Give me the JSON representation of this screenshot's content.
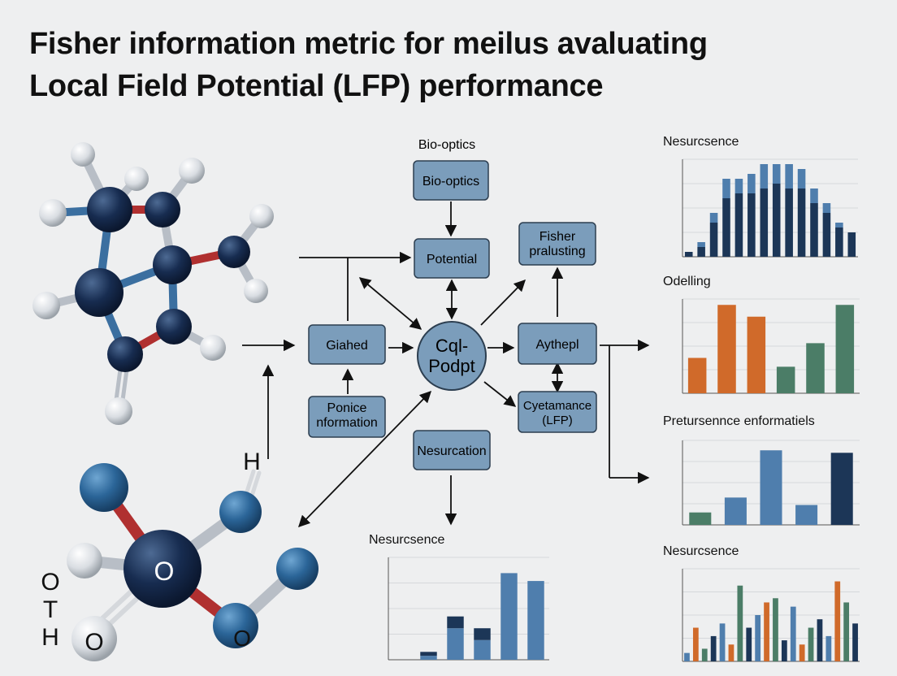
{
  "title": {
    "line1": "Fisher information metric for meilus avaluating",
    "line2": "Local Field Potential (LFP) performance"
  },
  "colors": {
    "background": "#eeeff0",
    "node_fill": "#7b9dbb",
    "node_stroke": "#2c3e50",
    "atom_dark": "#15284a",
    "atom_blue": "#2f6a9c",
    "bond_red": "#b03030",
    "bond_blue": "#3b6fa0",
    "bar_navy": "#1c3657",
    "bar_steel": "#4f7ead",
    "bar_orange": "#d06a2a",
    "bar_green": "#4b7d67"
  },
  "flowchart": {
    "header": "Bio-optics",
    "nodes": {
      "bio_optics": "Bio-optics",
      "potential": "Potential",
      "fisher_line1": "Fisher",
      "fisher_line2": "pralusting",
      "giahed": "Giahed",
      "center_line1": "Cql-",
      "center_line2": "Podpt",
      "aythepl": "Aythepl",
      "ponice_line1": "Ponice",
      "ponice_line2": "nformation",
      "cyetamance_line1": "Cyetamance",
      "cyetamance_line2": "(LFP)",
      "nesurcation": "Nesurcation"
    }
  },
  "molecule_labels": {
    "h_top": "H",
    "o_center": "O",
    "o_bottom_left": "O",
    "o_bottom_right": "O",
    "o_side": "O",
    "t_side": "T",
    "h_side": "H"
  },
  "chart_data": [
    {
      "type": "bar",
      "title": "Nesurcsence",
      "series": [
        {
          "values": [
            0,
            1,
            2,
            4,
            3,
            4,
            5,
            4,
            5,
            4,
            3,
            2,
            1,
            0
          ]
        },
        {
          "values": [
            1,
            2,
            7,
            12,
            13,
            13,
            14,
            15,
            14,
            14,
            11,
            9,
            6,
            5
          ]
        }
      ],
      "ylim": [
        0,
        20
      ]
    },
    {
      "type": "bar",
      "title": "Odelling",
      "values": [
        12,
        30,
        26,
        9,
        17,
        30
      ],
      "ylim": [
        0,
        32
      ]
    },
    {
      "type": "bar",
      "title": "Pretursennce enformatiels",
      "values": [
        5,
        11,
        30,
        8,
        29
      ],
      "ylim": [
        0,
        34
      ]
    },
    {
      "type": "bar",
      "title": "Nesurcsence",
      "series": [
        {
          "values": [
            0,
            1,
            3,
            3,
            0,
            0
          ]
        },
        {
          "values": [
            0,
            1,
            8,
            5,
            22,
            20
          ]
        }
      ],
      "ylim": [
        0,
        26
      ]
    },
    {
      "type": "bar",
      "title": "Nesurcsence",
      "values": [
        2,
        8,
        3,
        6,
        9,
        4,
        18,
        8,
        11,
        14,
        15,
        5,
        13,
        4,
        8,
        10,
        6,
        19,
        14,
        9
      ],
      "ylim": [
        0,
        22
      ]
    }
  ]
}
